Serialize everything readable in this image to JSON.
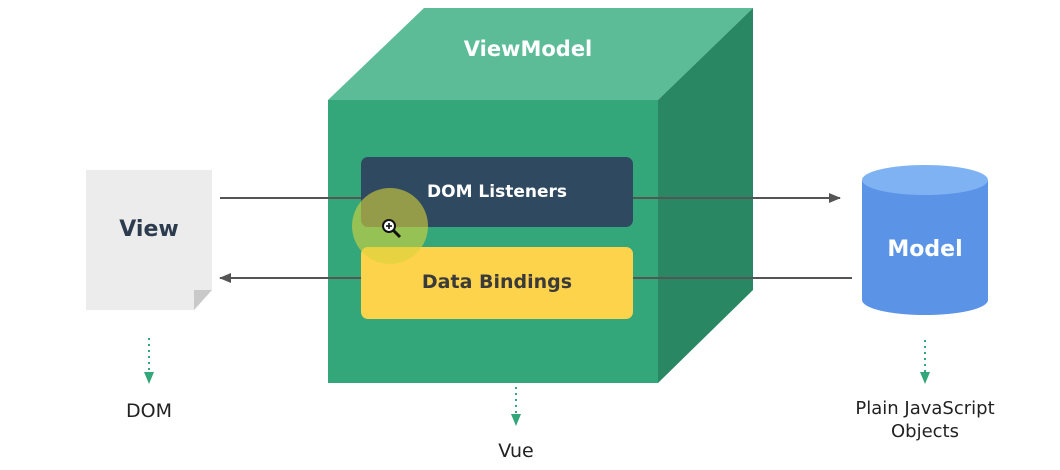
{
  "view": {
    "label": "View",
    "caption": "DOM"
  },
  "viewmodel": {
    "label": "ViewModel",
    "caption": "Vue",
    "dom_listeners": "DOM Listeners",
    "data_bindings": "Data Bindings"
  },
  "model": {
    "label": "Model",
    "caption": "Plain JavaScript Objects"
  },
  "colors": {
    "cube_front": "#33a67a",
    "cube_top": "#5dbc98",
    "cube_side": "#2a8763",
    "dom_listeners_box": "#2f4a60",
    "data_bindings_box": "#fcd34b",
    "model_body": "#5b94e6",
    "model_top": "#7eb2f3",
    "view_page": "#ececec",
    "view_text": "#2d3b4e",
    "arrow": "#555555",
    "caption_arrow": "#33a67a",
    "cursor_highlight": "#d8d43c"
  },
  "cursor": {
    "icon": "zoom-in-icon"
  }
}
